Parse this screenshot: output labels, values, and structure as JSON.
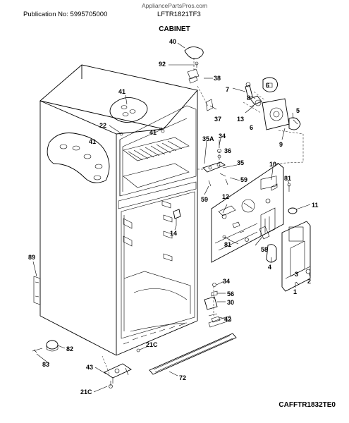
{
  "header": {
    "site": "AppliancePartsPros.com",
    "publication": "Publication No: 5995705000",
    "model": "LFTR1821TF3",
    "section": "CABINET"
  },
  "footer": {
    "diagram_code": "CAFFTR1832TE0"
  },
  "callouts": {
    "c40": "40",
    "c92": "92",
    "c38": "38",
    "c41a": "41",
    "c41b": "41",
    "c41c": "41",
    "c7": "7",
    "c6a": "6",
    "c8": "8",
    "c5": "5",
    "c13": "13",
    "c6b": "6",
    "c37": "37",
    "c22": "22",
    "c9": "9",
    "c34a": "34",
    "c35A": "35A",
    "c36": "36",
    "c35": "35",
    "c10": "10",
    "c59a": "59",
    "c59b": "59",
    "c81a": "81",
    "c12": "12",
    "c11": "11",
    "c14": "14",
    "c81b": "81",
    "c58": "58",
    "c4": "4",
    "c3": "3",
    "c2": "2",
    "c1": "1",
    "c89": "89",
    "c34b": "34",
    "c56": "56",
    "c30": "30",
    "c42": "42",
    "c21Ca": "21C",
    "c82": "82",
    "c83": "83",
    "c43": "43",
    "c72": "72",
    "c21Cb": "21C"
  }
}
